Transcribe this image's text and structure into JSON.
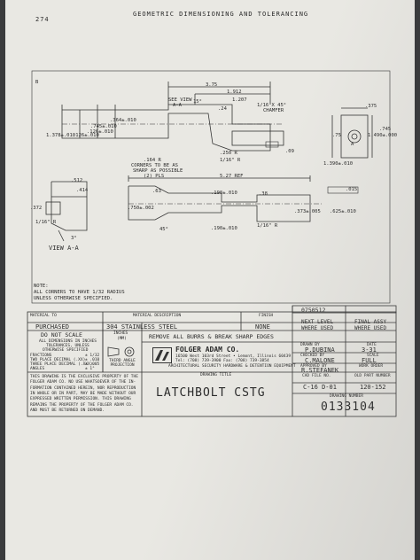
{
  "page": {
    "number": "274",
    "header": "GEOMETRIC DIMENSIONING AND TOLERANCING"
  },
  "drawing": {
    "dims": [
      "3.75",
      "1.912",
      "SEE VIEW",
      "A-A",
      "1.207",
      ".24",
      "15°",
      "1/16 X 45°",
      "CHAMFER",
      ".375",
      ".126±.010",
      ".364±.010",
      ".745±.010",
      ".126±.010",
      "1.378±.010",
      ".75",
      "1.490±.000",
      ".745",
      "1.390±.010",
      ".164 R",
      "CORNERS TO BE AS",
      "SHARP AS POSSIBLE",
      "(2) PLS",
      ".250 R",
      "1/16\" R",
      ".09",
      ".512",
      "5.27 REF",
      ".414",
      ".63",
      ".190±.010",
      ".38",
      ".372",
      ".750±.002",
      ".373±.005",
      ".625±.010",
      ".190±.010",
      "1/16\" R",
      "45°",
      "1/16\" R",
      "3°",
      ".015",
      "A",
      "B"
    ],
    "view_label": "VIEW A-A",
    "note_lines": [
      "NOTE:",
      "ALL CORNERS TO HAVE 1/32 RADIUS",
      "UNLESS OTHERWISE SPECIFIED."
    ]
  },
  "titleblock": {
    "material_label": "MATERIAL TO",
    "material_value": "PURCHASED",
    "desc_label": "MATERIAL DESCRIPTION",
    "desc_value": "304 STAINLESS STEEL",
    "finish_label": "FINISH",
    "finish_value": "NONE",
    "doc_no": "0750512",
    "next_level_label": "NEXT LEVEL",
    "next_level_sub": "WHERE USED",
    "final_assy_label": "FINAL ASSY",
    "final_assy_sub": "WHERE USED",
    "do_not_scale": "DO NOT SCALE",
    "dims_note": [
      "ALL DIMENSIONS IN INCHES",
      "TOLERANCES, UNLESS",
      "OTHERWISE SPECIFIED"
    ],
    "inches_label": "INCHES",
    "mm_label": "(MM)",
    "tolerances": [
      {
        "label": "FRACTIONS",
        "value": "± 1/32"
      },
      {
        "label": "TWO PLACE DECIMAL (.XX)",
        "value": "± .010"
      },
      {
        "label": "THREE PLACE DECIMAL (.XXX)",
        "value": "± .005"
      },
      {
        "label": "ANGLES",
        "value": "± 1°"
      }
    ],
    "projection": "THIRD ANGLE PROJECTION",
    "remove_burrs": "REMOVE ALL BURRS & BREAK SHARP EDGES",
    "drawn_label": "DRAWN BY",
    "drawn_value": "P.DUBINA",
    "date_label": "DATE",
    "date_value": "3-31",
    "checked_label": "CHECKED BY",
    "checked_value": "C.MALONE",
    "scale_label": "SCALE",
    "scale_value": "FULL",
    "approved_label": "APPROVED BY",
    "approved_value": "R.STEFANEK",
    "work_order_label": "WORK ORDER",
    "company": "FOLGER ADAM CO.",
    "company_addr": "16500 West 103rd Street • Lemont, Illinois 60439",
    "company_tel": "Tel: (708) 739-3900   Fax: (708) 739-3854",
    "company_tag": "ARCHITECTURAL SECURITY HARDWARE & DETENTION EQUIPMENT",
    "proprietary": [
      "THIS DRAWING IS THE EXCLUSIVE PROPERTY OF THE",
      "FOLGER ADAM CO. NO USE WHATSOEVER OF THE IN-",
      "FORMATION CONTAINED HEREIN, NOR REPRODUCTION",
      "IN WHOLE OR IN PART, MAY BE MADE WITHOUT OUR",
      "EXPRESSED WRITTEN PERMISSION. THIS DRAWING",
      "REMAINS THE PROPERTY OF THE FOLGER ADAM CO.",
      "AND MUST BE RETURNED ON DEMAND."
    ],
    "drawing_title_label": "DRAWING TITLE",
    "drawing_title": "LATCHBOLT CSTG",
    "cad_label": "CAD FILE NO.",
    "cad_value": "C-16 D-01",
    "old_part_label": "OLD PART NUMBER",
    "old_part_value": "120-152",
    "drawing_number_label": "DRAWING NUMBER",
    "drawing_number": "0133104"
  }
}
